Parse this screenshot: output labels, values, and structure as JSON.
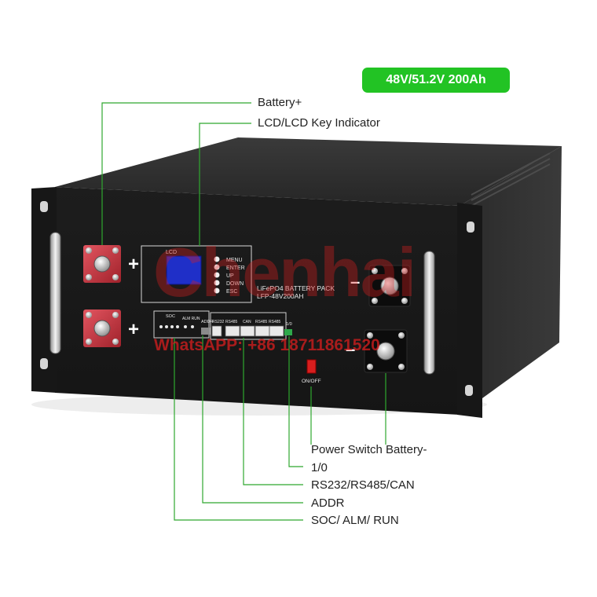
{
  "spec_badge": "48V/51.2V 200Ah",
  "callouts": {
    "battery_plus": "Battery+",
    "lcd_indicator": "LCD/LCD Key Indicator",
    "power_switch": "Power Switch",
    "battery_minus": "Battery-",
    "io": "1/0",
    "comm_ports": "RS232/RS485/CAN",
    "addr": "ADDR",
    "soc_alm_run": "SOC/ ALM/ RUN"
  },
  "panel": {
    "lcd_label": "LCD",
    "keys": [
      "MENU",
      "ENTER",
      "UP",
      "DOWN",
      "ESC"
    ],
    "product_line1": "LiFePO4 BATTERY PACK",
    "product_line2": "LFP-48V200AH",
    "soc_label": "SOC",
    "alm_run_label": "ALM RUN",
    "addr_label": "ADDR",
    "port_labels": [
      "RS232",
      "RS485",
      "CAN",
      "RS485",
      "RS485"
    ],
    "io_label": "1/0",
    "onoff_label": "ON/OFF",
    "plus_symbol": "+",
    "minus_symbol": "–"
  },
  "watermark": {
    "brand": "Chenhai",
    "contact": "WhatsAPP: +86 18711861520"
  },
  "colors": {
    "badge_green": "#22c324",
    "leader_green": "#2fa82f",
    "terminal_red": "#c8323a",
    "lcd_blue": "#1f2fc8",
    "chassis": "#1c1c1c"
  }
}
